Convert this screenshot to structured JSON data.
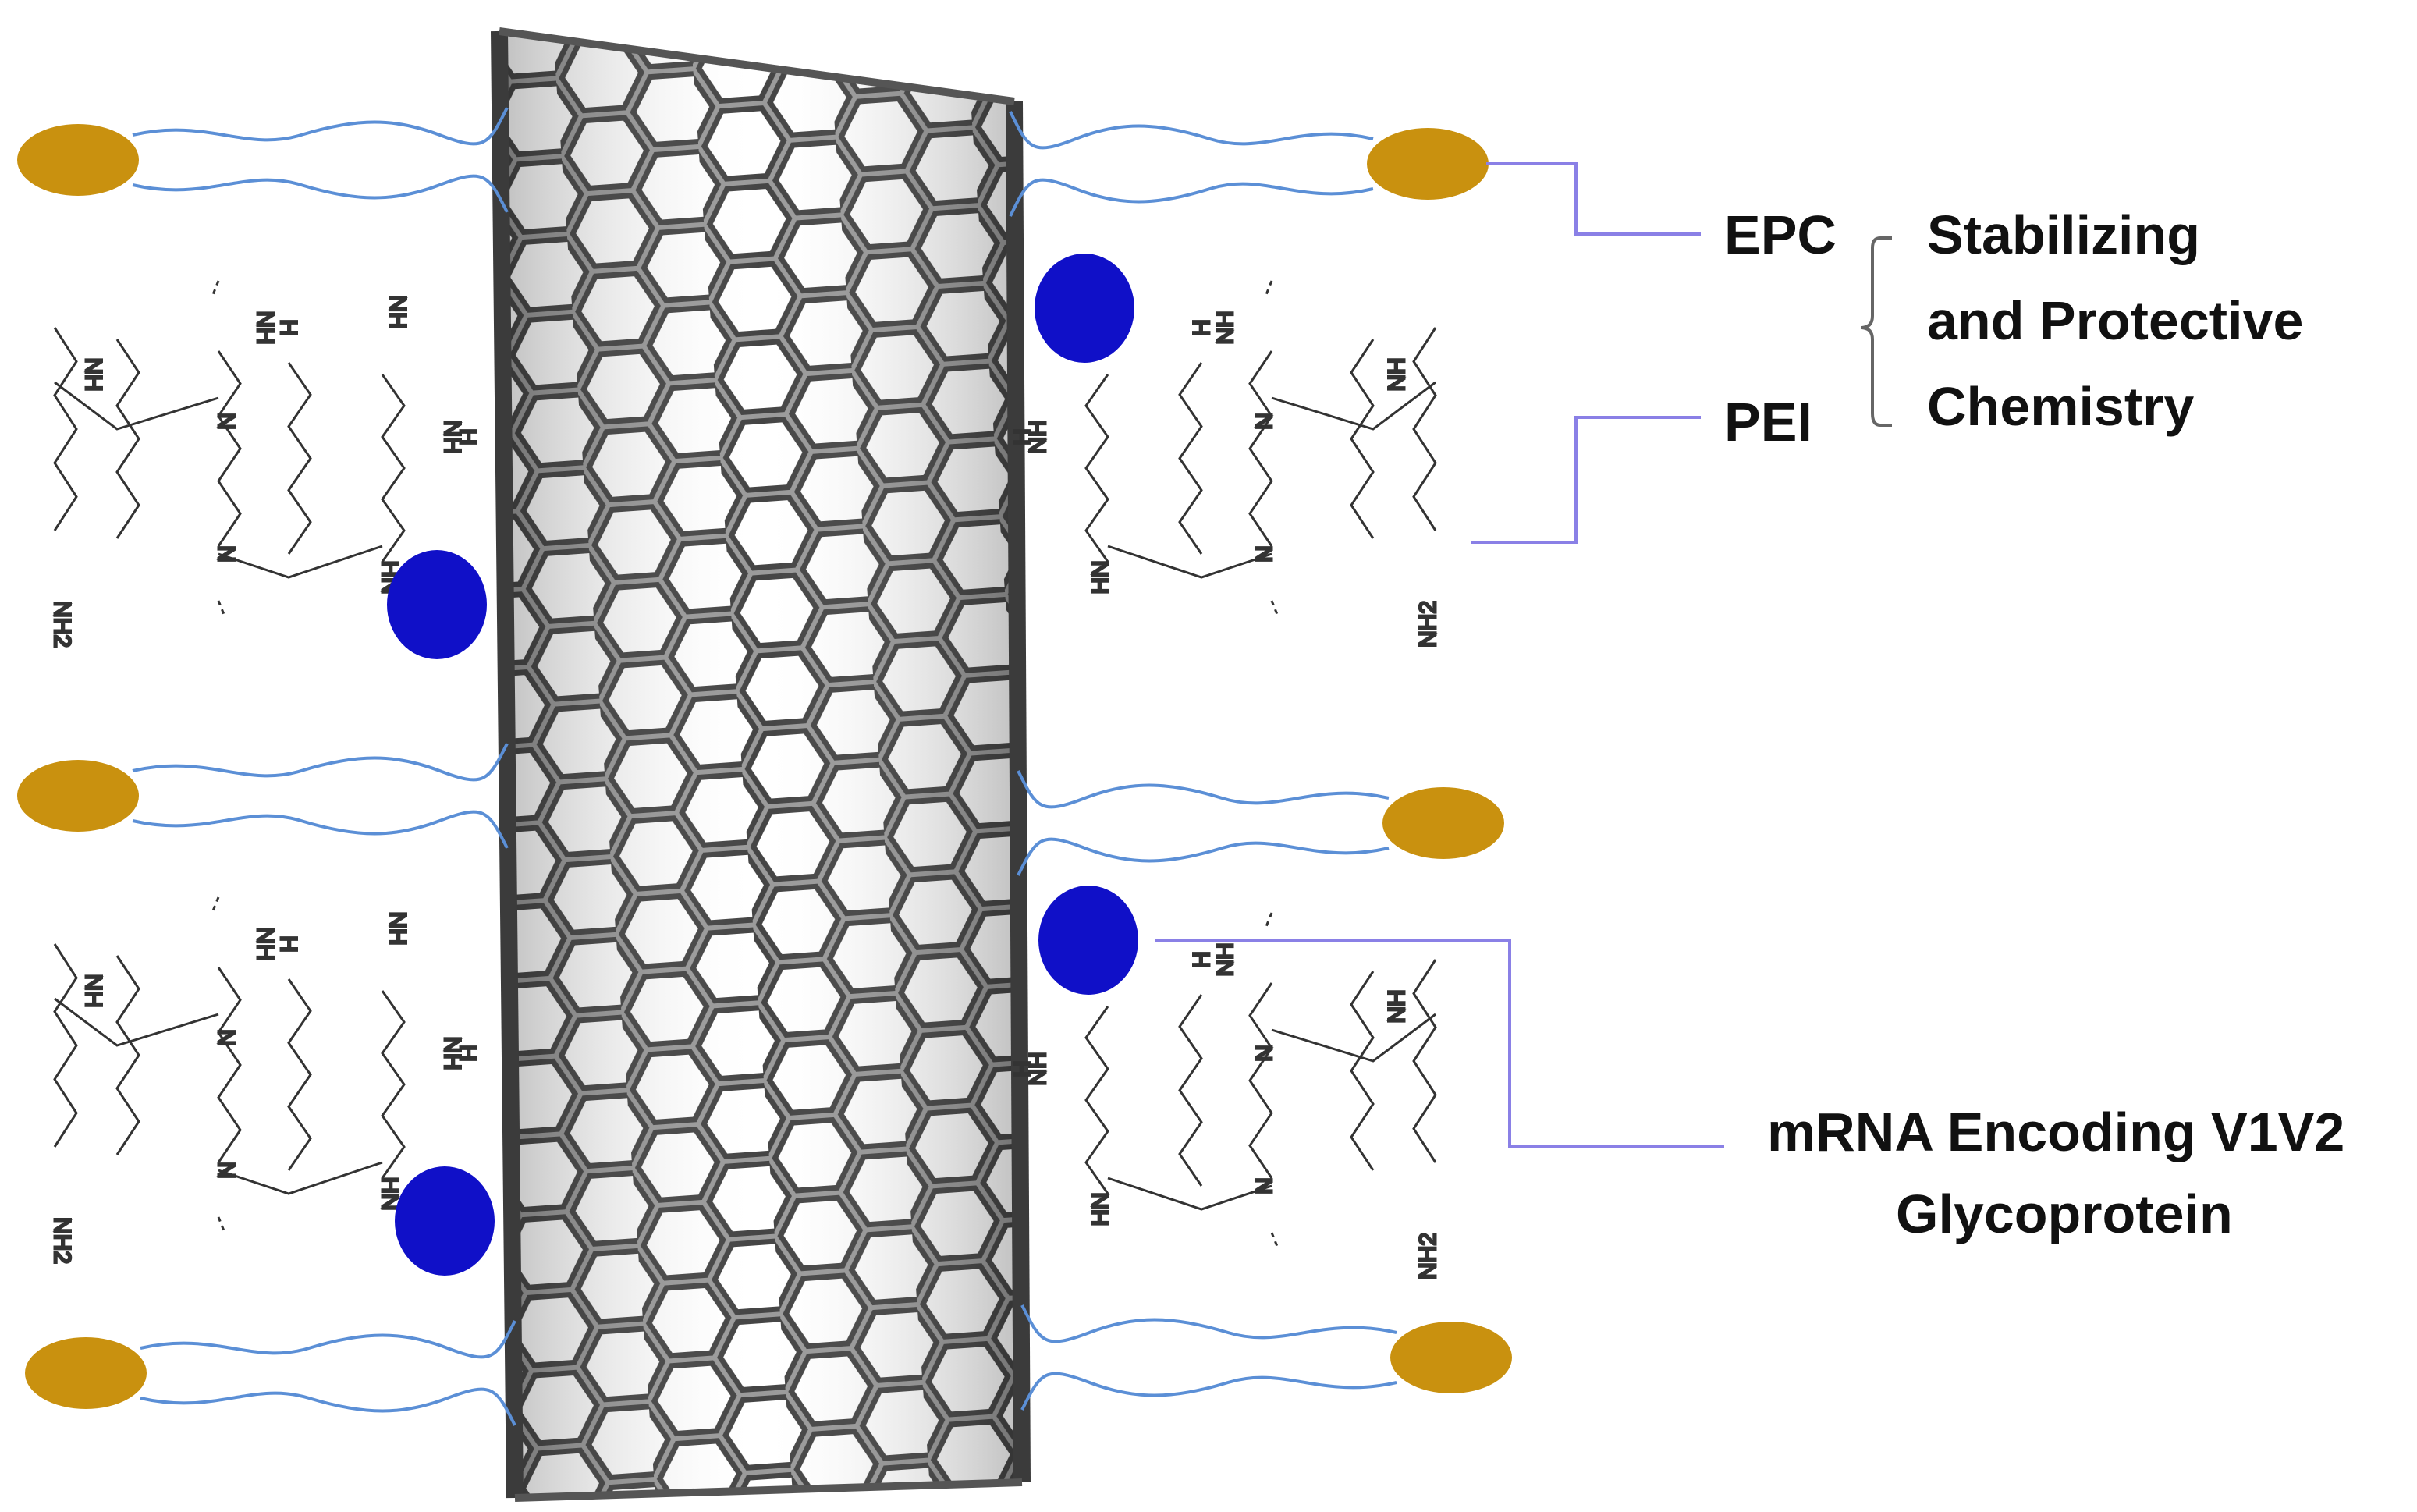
{
  "labels": {
    "epc": "EPC",
    "pei": "PEI",
    "group_line1": "Stabilizing",
    "group_line2": "and Protective",
    "group_line3": "Chemistry",
    "mrna_line1": "mRNA Encoding V1V2",
    "mrna_line2": "Glycoprotein"
  },
  "chem": {
    "nh": "NH",
    "n": "N",
    "hn": "HN",
    "h": "H",
    "nh2": "NH2"
  },
  "colors": {
    "epc_head": "#c9910f",
    "lipid_tail": "#5b8fd6",
    "mrna": "#1010c8",
    "leader": "#8a80e6",
    "tube": "#3b3b3b",
    "chem": "#333333"
  }
}
